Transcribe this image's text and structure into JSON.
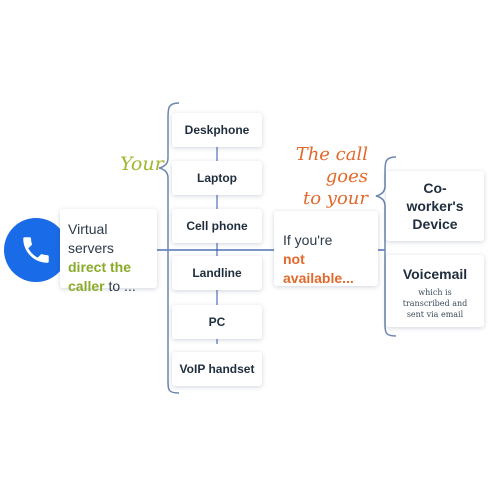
{
  "caller": {
    "icon": "phone-icon",
    "circle_color": "#1a6be8",
    "text_prefix": "Virtual servers",
    "text_highlight": "direct the caller",
    "text_suffix": "to ...",
    "highlight_color": "#8aab2a"
  },
  "your_label": "Your",
  "devices": [
    "Deskphone",
    "Laptop",
    "Cell phone",
    "Landline",
    "PC",
    "VoIP handset"
  ],
  "unavailable": {
    "text_prefix": "If you're",
    "text_highlight": "not available...",
    "highlight_color": "#e2692b"
  },
  "call_label": {
    "line1": "The call",
    "line2": "goes",
    "line3": "to your"
  },
  "destinations": {
    "coworker_title": "Co-worker's Device",
    "voicemail_title": "Voicemail",
    "voicemail_note": "which is transcribed and sent via email"
  },
  "colors": {
    "bracket": "#6b86b0",
    "line": "#2f56a8"
  }
}
